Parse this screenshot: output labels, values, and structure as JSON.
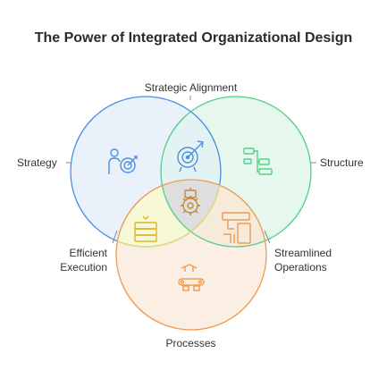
{
  "title": "The Power of Integrated Organizational Design",
  "labels": {
    "top": "Strategic Alignment",
    "left": "Strategy",
    "right": "Structure",
    "bottom_left_1": "Efficient",
    "bottom_left_2": "Execution",
    "bottom_right_1": "Streamlined",
    "bottom_right_2": "Operations",
    "bottom": "Processes"
  },
  "circles": [
    {
      "name": "Strategy",
      "fill": "#e9f1fb",
      "stroke": "#4d8fe0"
    },
    {
      "name": "Structure",
      "fill": "#e6f8ee",
      "stroke": "#52cf8a"
    },
    {
      "name": "Processes",
      "fill": "#fbeee2",
      "stroke": "#ee9b52"
    }
  ],
  "overlaps": {
    "strategy_structure": "#e3f3f4",
    "strategy_processes": "#f7f8d6",
    "structure_processes": "#f6eadb",
    "center": "#dedede"
  },
  "icons": {
    "strategy": "person-target-icon",
    "structure": "org-chart-icon",
    "processes": "conveyor-belt-icon",
    "strategic_alignment": "target-arrow-icon",
    "efficient_execution": "stacked-blocks-icon",
    "streamlined_operations": "flowchart-icon",
    "center": "gears-icon"
  }
}
